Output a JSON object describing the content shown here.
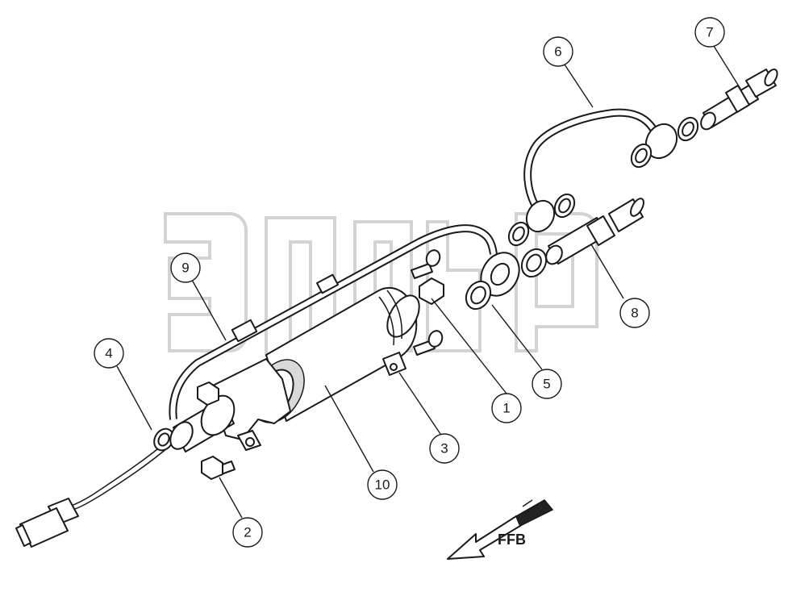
{
  "diagram": {
    "callouts": [
      {
        "id": "1",
        "label": "1"
      },
      {
        "id": "2",
        "label": "2"
      },
      {
        "id": "3",
        "label": "3"
      },
      {
        "id": "4",
        "label": "4"
      },
      {
        "id": "5",
        "label": "5"
      },
      {
        "id": "6",
        "label": "6"
      },
      {
        "id": "7",
        "label": "7"
      },
      {
        "id": "8",
        "label": "8"
      },
      {
        "id": "9",
        "label": "9"
      },
      {
        "id": "10",
        "label": "10"
      }
    ],
    "direction_label": "FFB",
    "colors": {
      "line": "#1a1a1a",
      "watermark": "#c8c8c8",
      "background": "#ffffff"
    }
  }
}
